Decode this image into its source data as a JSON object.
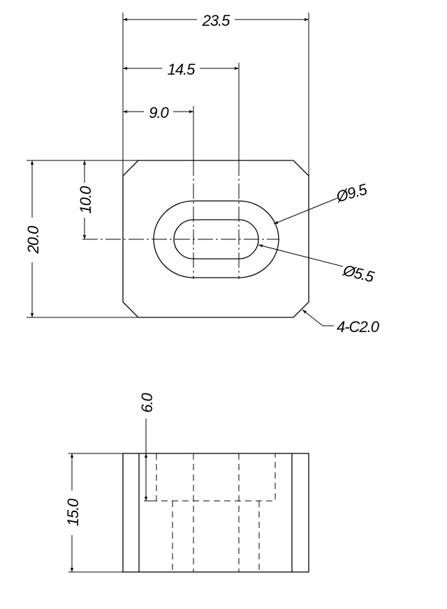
{
  "dimensions": {
    "overall_width": "23.5",
    "center_offset_outer": "14.5",
    "center_offset_inner": "9.0",
    "overall_height": "20.0",
    "center_height": "10.0",
    "outer_slot_diameter": "Ø9.5",
    "inner_slot_diameter": "Ø5.5",
    "chamfer": "4-C2.0",
    "counterbore_depth": "6.0",
    "thickness": "15.0"
  }
}
